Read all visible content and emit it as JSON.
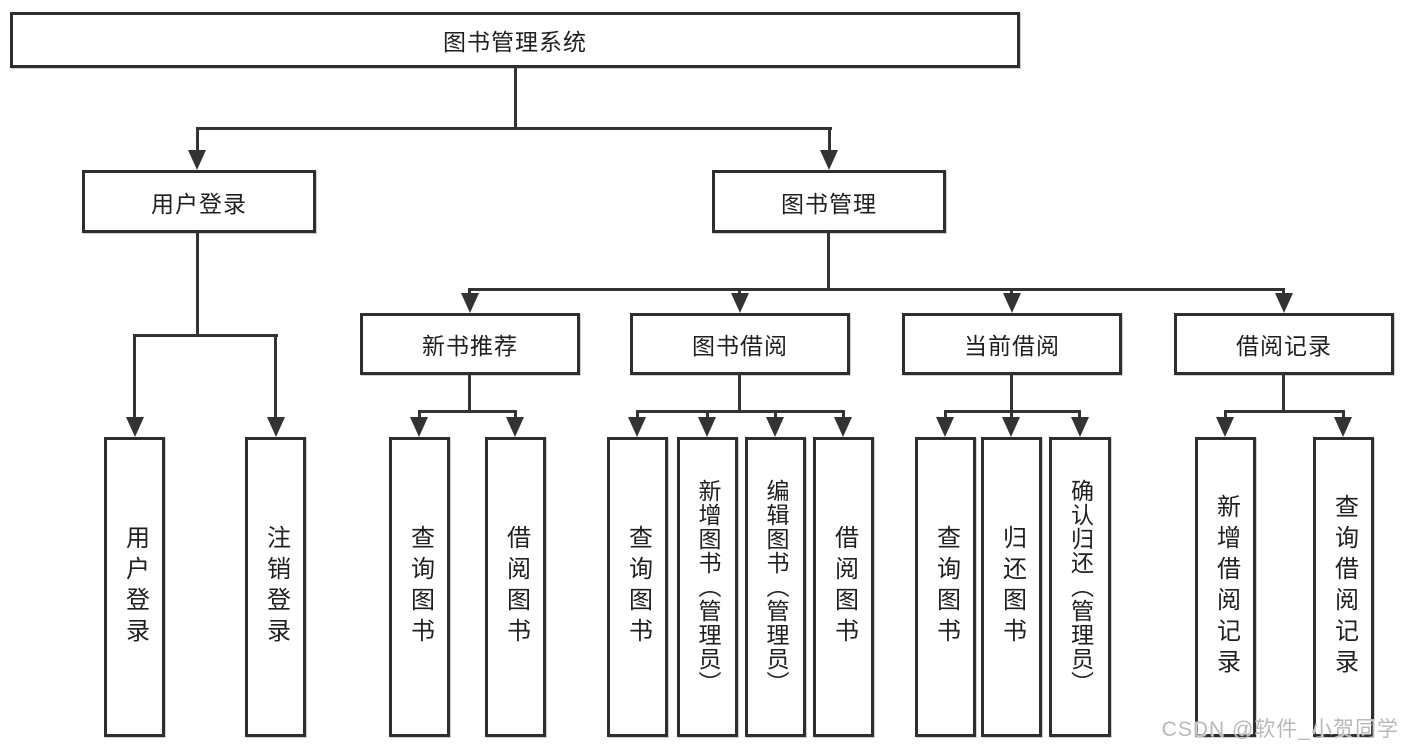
{
  "watermark": "CSDN @软件_小贺同学",
  "colors": {
    "line": "#333333",
    "border": "#2e2e2e",
    "text": "#1f1f1f",
    "watermark": "#b9b9b9",
    "background": "#ffffff"
  },
  "tree": {
    "label": "图书管理系统",
    "children": [
      {
        "label": "用户登录",
        "children": [
          {
            "label": "用户登录"
          },
          {
            "label": "注销登录"
          }
        ]
      },
      {
        "label": "图书管理",
        "children": [
          {
            "label": "新书推荐",
            "children": [
              {
                "label": "查询图书"
              },
              {
                "label": "借阅图书"
              }
            ]
          },
          {
            "label": "图书借阅",
            "children": [
              {
                "label": "查询图书"
              },
              {
                "label": "新增图书（管理员）"
              },
              {
                "label": "编辑图书（管理员）"
              },
              {
                "label": "借阅图书"
              }
            ]
          },
          {
            "label": "当前借阅",
            "children": [
              {
                "label": "查询图书"
              },
              {
                "label": "归还图书"
              },
              {
                "label": "确认归还（管理员）"
              }
            ]
          },
          {
            "label": "借阅记录",
            "children": [
              {
                "label": "新增借阅记录"
              },
              {
                "label": "查询借阅记录"
              }
            ]
          }
        ]
      }
    ]
  }
}
